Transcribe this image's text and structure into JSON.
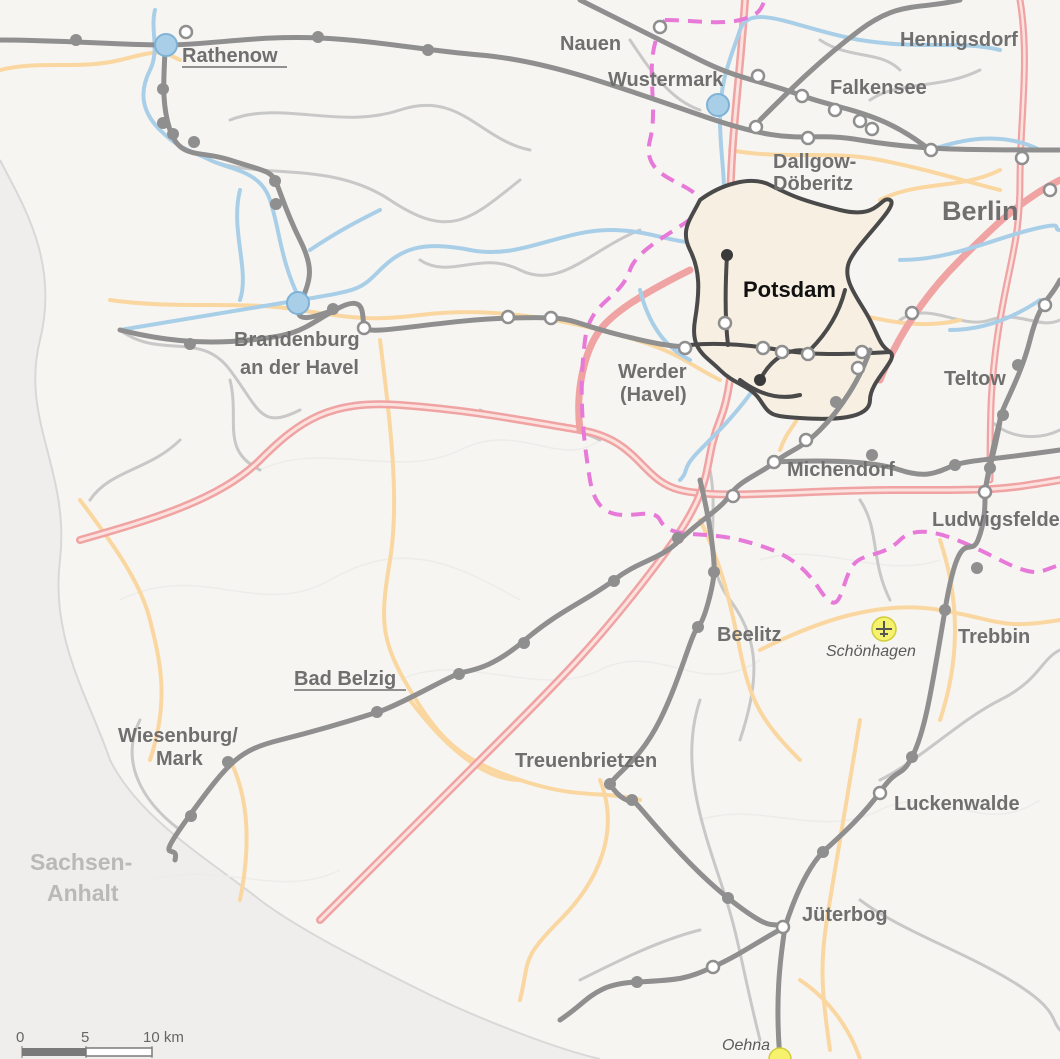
{
  "map": {
    "cities": {
      "rathenow": "Rathenow",
      "nauen": "Nauen",
      "wustermark": "Wustermark",
      "hennigsdorf": "Hennigsdorf",
      "falkensee": "Falkensee",
      "dallgow_1": "Dallgow-",
      "dallgow_2": "Döberitz",
      "berlin": "Berlin",
      "potsdam": "Potsdam",
      "brandenburg_1": "Brandenburg",
      "brandenburg_2": "an der Havel",
      "werder_1": "Werder",
      "werder_2": "(Havel)",
      "teltow": "Teltow",
      "michendorf": "Michendorf",
      "ludwigsfelde": "Ludwigsfelde",
      "beelitz": "Beelitz",
      "trebbin": "Trebbin",
      "bad_belzig": "Bad Belzig",
      "wiesenburg_1": "Wiesenburg/",
      "wiesenburg_2": "Mark",
      "treuenbrietzen": "Treuenbrietzen",
      "luckenwalde": "Luckenwalde",
      "jueterbog": "Jüterbog"
    },
    "airfields": {
      "schoenhagen": "Schönhagen",
      "oehna": "Oehna"
    },
    "regions": {
      "sachsen_1": "Sachsen-",
      "sachsen_2": "Anhalt"
    },
    "scale": {
      "tick_0": "0",
      "tick_5": "5",
      "tick_10": "10 km"
    },
    "colors": {
      "background": "#f7f5f1",
      "outside_region": "#efeeec",
      "motorway": "#f0a3a3",
      "main_road": "#fad7a0",
      "secondary_road": "#c8c8c8",
      "railway": "#8f8f8f",
      "waterway": "#a9cfe8",
      "district_border": "#e779d9",
      "potsdam_fill": "#f7efe2",
      "potsdam_rail": "#4a4a4a"
    }
  }
}
